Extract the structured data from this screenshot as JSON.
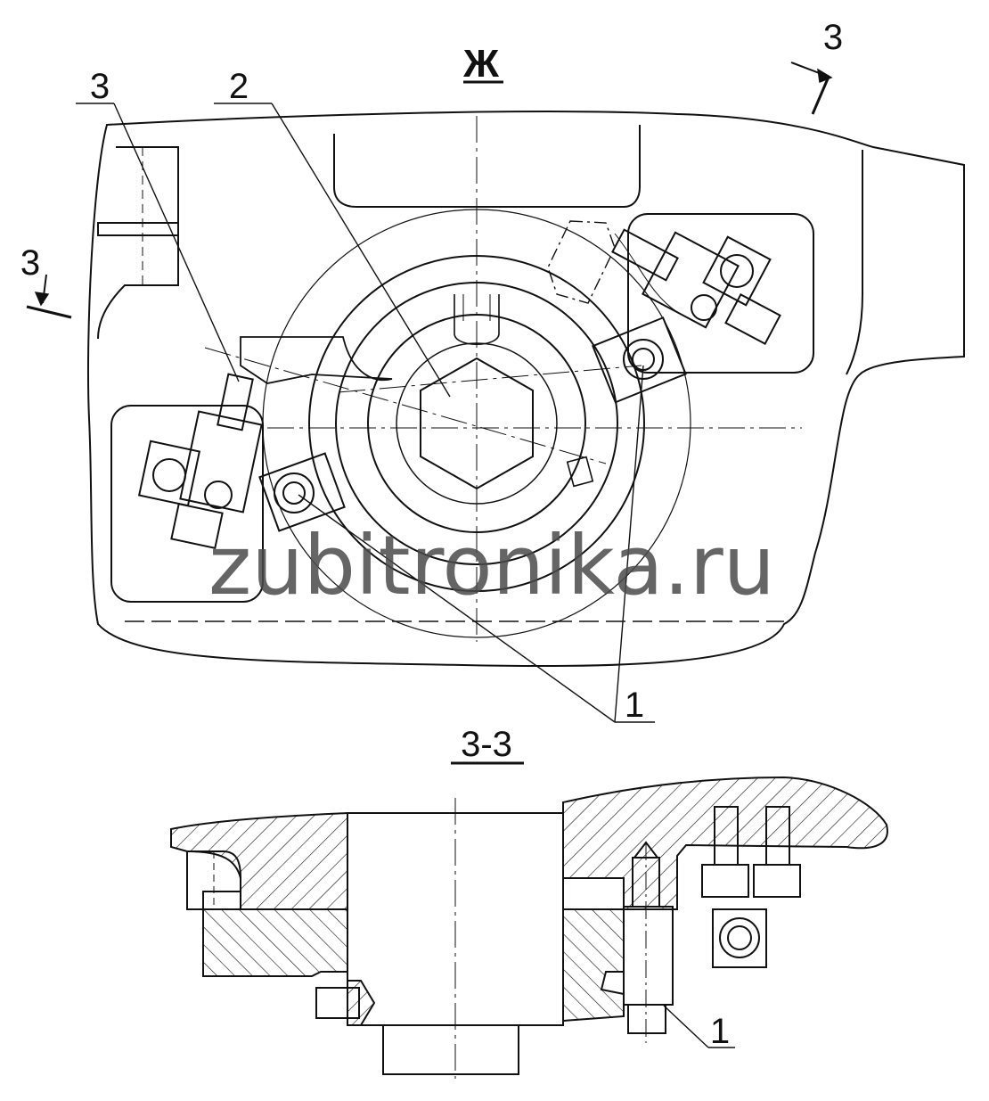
{
  "view_top": {
    "title": "Ж",
    "section_marker_top": "3",
    "section_marker_left": "3"
  },
  "callouts": {
    "c3": "3",
    "c2": "2",
    "c1": "1"
  },
  "view_section": {
    "title": "3-3",
    "callout": "1"
  },
  "watermark": "zubitronika.ru",
  "colors": {
    "line": "#111111",
    "watermark": "#4a4a4a"
  }
}
